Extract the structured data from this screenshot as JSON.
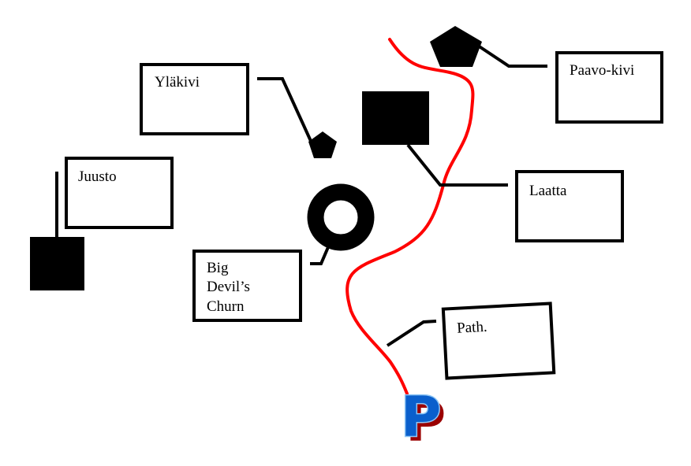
{
  "colors": {
    "trail": "#ff0000",
    "marker": "#000000",
    "parking_fill": "#0a5fcc",
    "parking_outline": "#8fc6f5",
    "parking_shadow": "#9b0000"
  },
  "labels": {
    "ylakivi": "Yläkivi",
    "paavo_kivi": "Paavo-kivi",
    "juusto": "Juusto",
    "laatta": "Laatta",
    "big_devils_churn": [
      "Big",
      "Devil’s",
      "Churn"
    ],
    "path": "Path."
  },
  "parking": {
    "letter": "P",
    "icon": "parking-icon"
  },
  "markers": {
    "ylakivi": "pentagon-icon",
    "paavo_kivi": "pentagon-icon",
    "juusto": "square-icon",
    "laatta": "square-icon",
    "big_devils_churn": "ring-icon"
  }
}
